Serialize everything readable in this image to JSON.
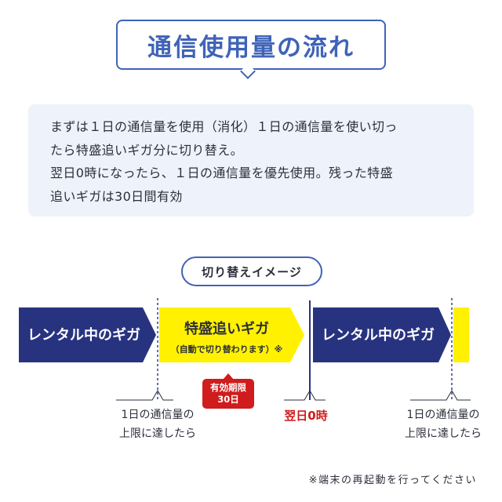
{
  "title": "通信使用量の流れ",
  "info": [
    "まずは１日の通信量を使用（消化）１日の通信量を使い切っ",
    "たら特盛追いギガ分に切り替え。",
    "翌日0時になったら、１日の通信量を優先使用。残った特盛",
    "追いギガは30日間有効"
  ],
  "switch_label": "切り替えイメージ",
  "diagram": {
    "rental_label_1": "レンタル中のギガ",
    "tokumori_label": "特盛追いギガ",
    "tokumori_note": "（自動で切り替わります）※",
    "rental_label_2": "レンタル中のギガ",
    "limit_label_1_line1": "1日の通信量の",
    "limit_label_1_line2": "上限に達したら",
    "badge_line1": "有効期限",
    "badge_line2": "30日",
    "next_day": "翌日0時",
    "limit_label_2_line1": "1日の通信量の",
    "limit_label_2_line2": "上限に達したら"
  },
  "footnote": "※端末の再起動を行ってください",
  "colors": {
    "navy": "#283380",
    "yellow": "#fff100",
    "accent_blue": "#3f63b8",
    "red": "#d01c1c",
    "info_bg": "#eef2fb"
  }
}
